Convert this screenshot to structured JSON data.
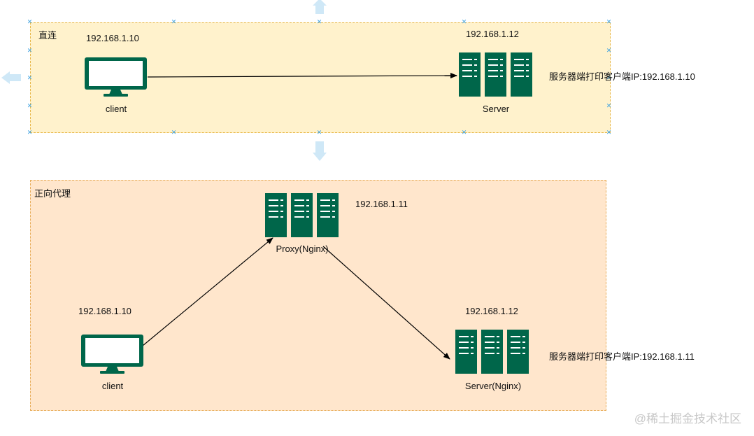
{
  "groups": {
    "direct": {
      "title": "直连"
    },
    "proxy": {
      "title": "正向代理"
    }
  },
  "direct": {
    "client_ip": "192.168.1.10",
    "client_label": "client",
    "server_ip": "192.168.1.12",
    "server_label": "Server",
    "server_note": "服务器端打印客户端IP:192.168.1.10"
  },
  "proxy": {
    "proxy_ip": "192.168.1.11",
    "proxy_label": "Proxy(Nginx)",
    "client_ip": "192.168.1.10",
    "client_label": "client",
    "server_ip": "192.168.1.12",
    "server_label": "Server(Nginx)",
    "server_note": "服务器端打印客户端IP:192.168.1.11"
  },
  "watermark": "@稀土掘金技术社区",
  "colors": {
    "device": "#00664a",
    "direct_fill": "#fff2cc",
    "proxy_fill": "#ffe6cc",
    "group_border": "#e8b84a",
    "handle": "#3aa0e0",
    "arrow_hint": "#cfe8f7"
  }
}
